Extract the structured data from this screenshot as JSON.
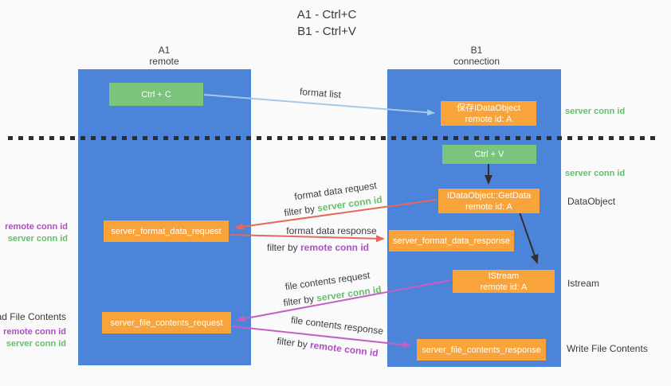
{
  "title": {
    "line1": "A1 - Ctrl+C",
    "line2": "B1 - Ctrl+V"
  },
  "lanes": {
    "left": {
      "name": "A1",
      "subtitle": "remote"
    },
    "right": {
      "name": "B1",
      "subtitle": "connection"
    }
  },
  "nodes": {
    "ctrl_c": {
      "label": "Ctrl + C"
    },
    "save_idataobject": {
      "line1": "保存IDataObject",
      "line2": "remote id: A"
    },
    "ctrl_v": {
      "label": "Ctrl + V"
    },
    "getdata": {
      "line1": "IDataObject::GetData",
      "line2": "remote id: A"
    },
    "format_request": {
      "label": "server_format_data_request"
    },
    "format_response": {
      "label": "server_format_data_response"
    },
    "istream": {
      "line1": "IStream",
      "line2": "remote id: A"
    },
    "file_request": {
      "label": "server_file_contents_request"
    },
    "file_response": {
      "label": "server_file_contents_response"
    }
  },
  "flow_labels": {
    "format_list": "format list",
    "format_data_request": "format data request",
    "format_data_response": "format data response",
    "file_contents_request": "file contents request",
    "file_contents_response": "file contents response",
    "filter_by": "filter by ",
    "server_conn_id": "server conn id",
    "remote_conn_id": "remote conn id"
  },
  "side_labels": {
    "left_top": {
      "remote_conn_id": "remote conn id",
      "server_conn_id": "server conn id"
    },
    "left_bottom": {
      "title": "Read File Contents",
      "remote_conn_id": "remote conn id",
      "server_conn_id": "server conn id"
    },
    "right": {
      "server_conn_id_top": "server conn id",
      "server_conn_id_mid": "server conn id",
      "dataobject": "DataObject",
      "istream": "Istream",
      "write_file_contents": "Write File Contents"
    }
  },
  "colors": {
    "lane_blue": "#4c84d9",
    "node_green": "#7ac47d",
    "node_orange": "#f9a43b",
    "text_green": "#67bd6b",
    "text_purple": "#ae4ec4",
    "arrow_red": "#e7695d",
    "arrow_magenta": "#c55fc4",
    "arrow_light_blue": "#a5c9ea",
    "arrow_black": "#303030",
    "background": "#fafafa"
  }
}
